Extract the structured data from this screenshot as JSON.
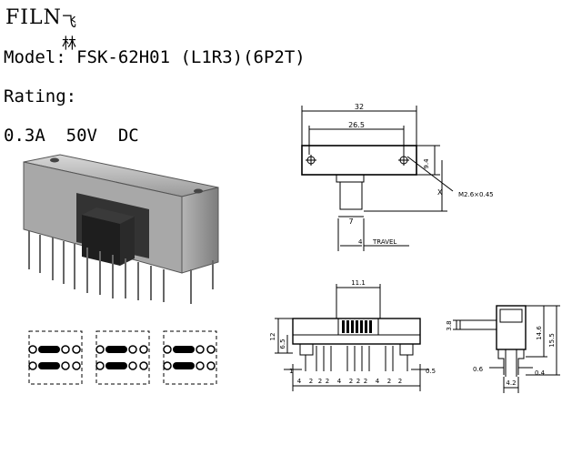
{
  "brand": {
    "logo_text": "FILN",
    "logo_cjk": "飞林"
  },
  "spec": {
    "model": "Model: FSK-62H01 (L1R3)(6P2T)",
    "rating_label": "Rating:",
    "rating_value": "0.3A  50V  DC"
  },
  "drawing": {
    "top_view": {
      "overall_width": "32",
      "hole_spacing": "26.5",
      "height": "9.4",
      "actuator_width": "7",
      "travel_value": "4",
      "travel_label": "TRAVEL",
      "x_label": "X",
      "screw_label": "M2.6×0.45"
    },
    "front_view": {
      "window_width": "11.1",
      "height_left": "12",
      "height_mid": "6.5",
      "pitches": [
        "4",
        "2",
        "2",
        "2",
        "4",
        "2",
        "2",
        "2",
        "4",
        "2",
        "2"
      ],
      "left_edge": "1",
      "right_edge": "0.5"
    },
    "side_view": {
      "actuator_height": "3.8",
      "height_inner": "14.6",
      "height_overall": "15.5",
      "pin_left": "0.6",
      "pin_right": "0.4",
      "pin_pitch": "4.2"
    }
  }
}
